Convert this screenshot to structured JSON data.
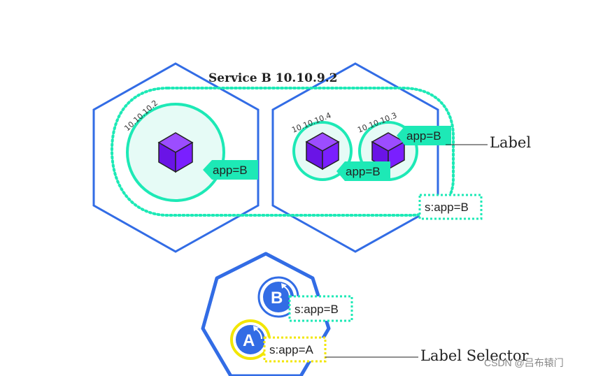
{
  "diagram": {
    "service_title": "Service B 10.10.9.2",
    "pods": [
      {
        "ip": "10.10.10.2",
        "label": "app=B"
      },
      {
        "ip": "10.10.10.4",
        "label": "app=B"
      },
      {
        "ip": "10.10.10.3",
        "label": "app=B"
      }
    ],
    "service_selector": "s:app=B",
    "callout_label": "Label",
    "callout_selector": "Label Selector",
    "selectors": [
      {
        "letter": "B",
        "text": "s:app=B",
        "color": "#326ce5",
        "ring": "#ffffff"
      },
      {
        "letter": "A",
        "text": "s:app=A",
        "color": "#326ce5",
        "ring": "#f2e600"
      }
    ],
    "watermark": "CSDN @吕布辕门",
    "colors": {
      "node_stroke": "#326ce5",
      "pod_ring": "#1de9b6",
      "pod_fill": "#e6fbf6",
      "label_fill": "#1de9b6",
      "cube": "#7a1fff",
      "selector_yellow": "#f2e600"
    }
  }
}
